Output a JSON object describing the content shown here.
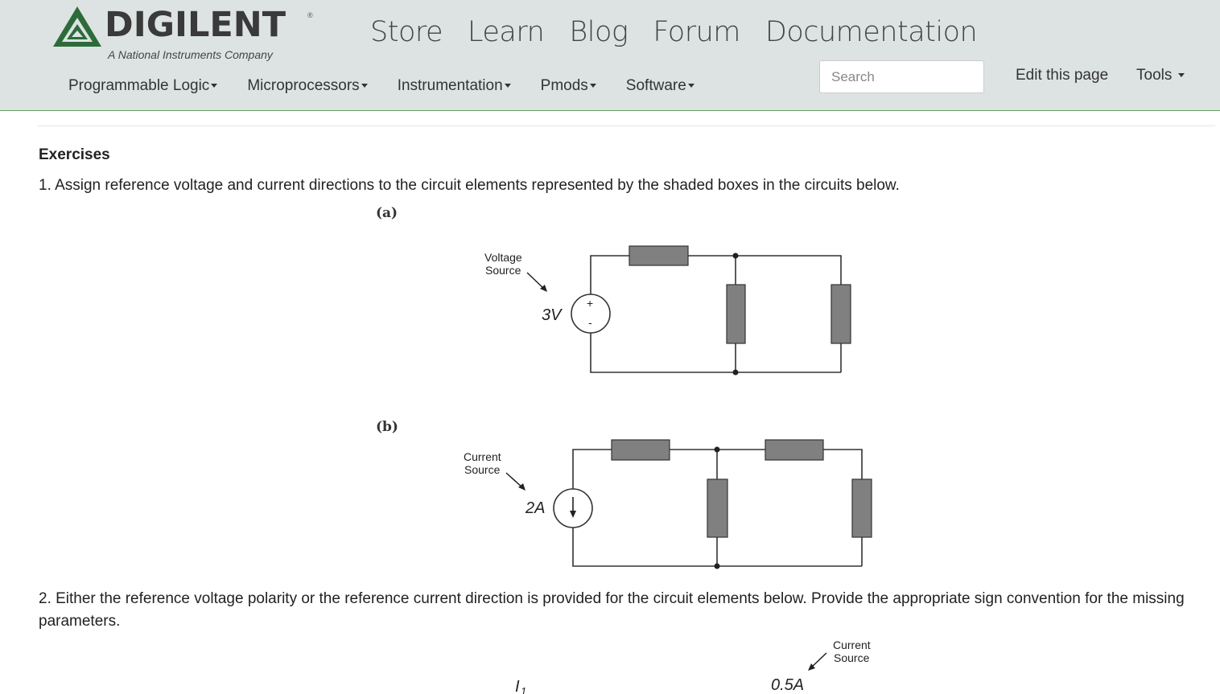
{
  "brand": {
    "name": "DIGILENT",
    "reg_mark": "®",
    "tagline": "A National Instruments Company",
    "accent_color": "#2d6b3a"
  },
  "top_nav": [
    "Store",
    "Learn",
    "Blog",
    "Forum",
    "Documentation"
  ],
  "sub_nav": [
    "Programmable Logic",
    "Microprocessors",
    "Instrumentation",
    "Pmods",
    "Software"
  ],
  "search": {
    "placeholder": "Search",
    "value": ""
  },
  "actions": {
    "edit": "Edit this page",
    "tools": "Tools"
  },
  "content": {
    "heading": "Exercises",
    "q1": "1. Assign reference voltage and current directions to the circuit elements represented by the shaded boxes in the circuits below.",
    "q2": "2. Either the reference voltage polarity or the reference current direction is provided for the circuit elements below. Provide the appropriate sign convention for the missing parameters."
  },
  "figures": {
    "a": {
      "label": "(a)",
      "source_caption_1": "Voltage",
      "source_caption_2": "Source",
      "source_value": "3V",
      "plus": "+",
      "minus": "-"
    },
    "b": {
      "label": "(b)",
      "source_caption_1": "Current",
      "source_caption_2": "Source",
      "source_value": "2A"
    },
    "c": {
      "source_caption_1": "Current",
      "source_caption_2": "Source",
      "source_value": "0.5A",
      "current_label": "I",
      "current_sub": "1"
    }
  }
}
